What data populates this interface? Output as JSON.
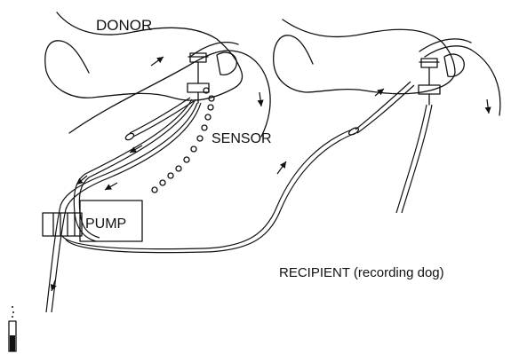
{
  "labels": {
    "donor": "DONOR",
    "sensor": "SENSOR",
    "pump": "PUMP",
    "recipient": "RECIPIENT (recording dog)"
  },
  "colors": {
    "ink": "#111111",
    "background": "#ffffff"
  }
}
